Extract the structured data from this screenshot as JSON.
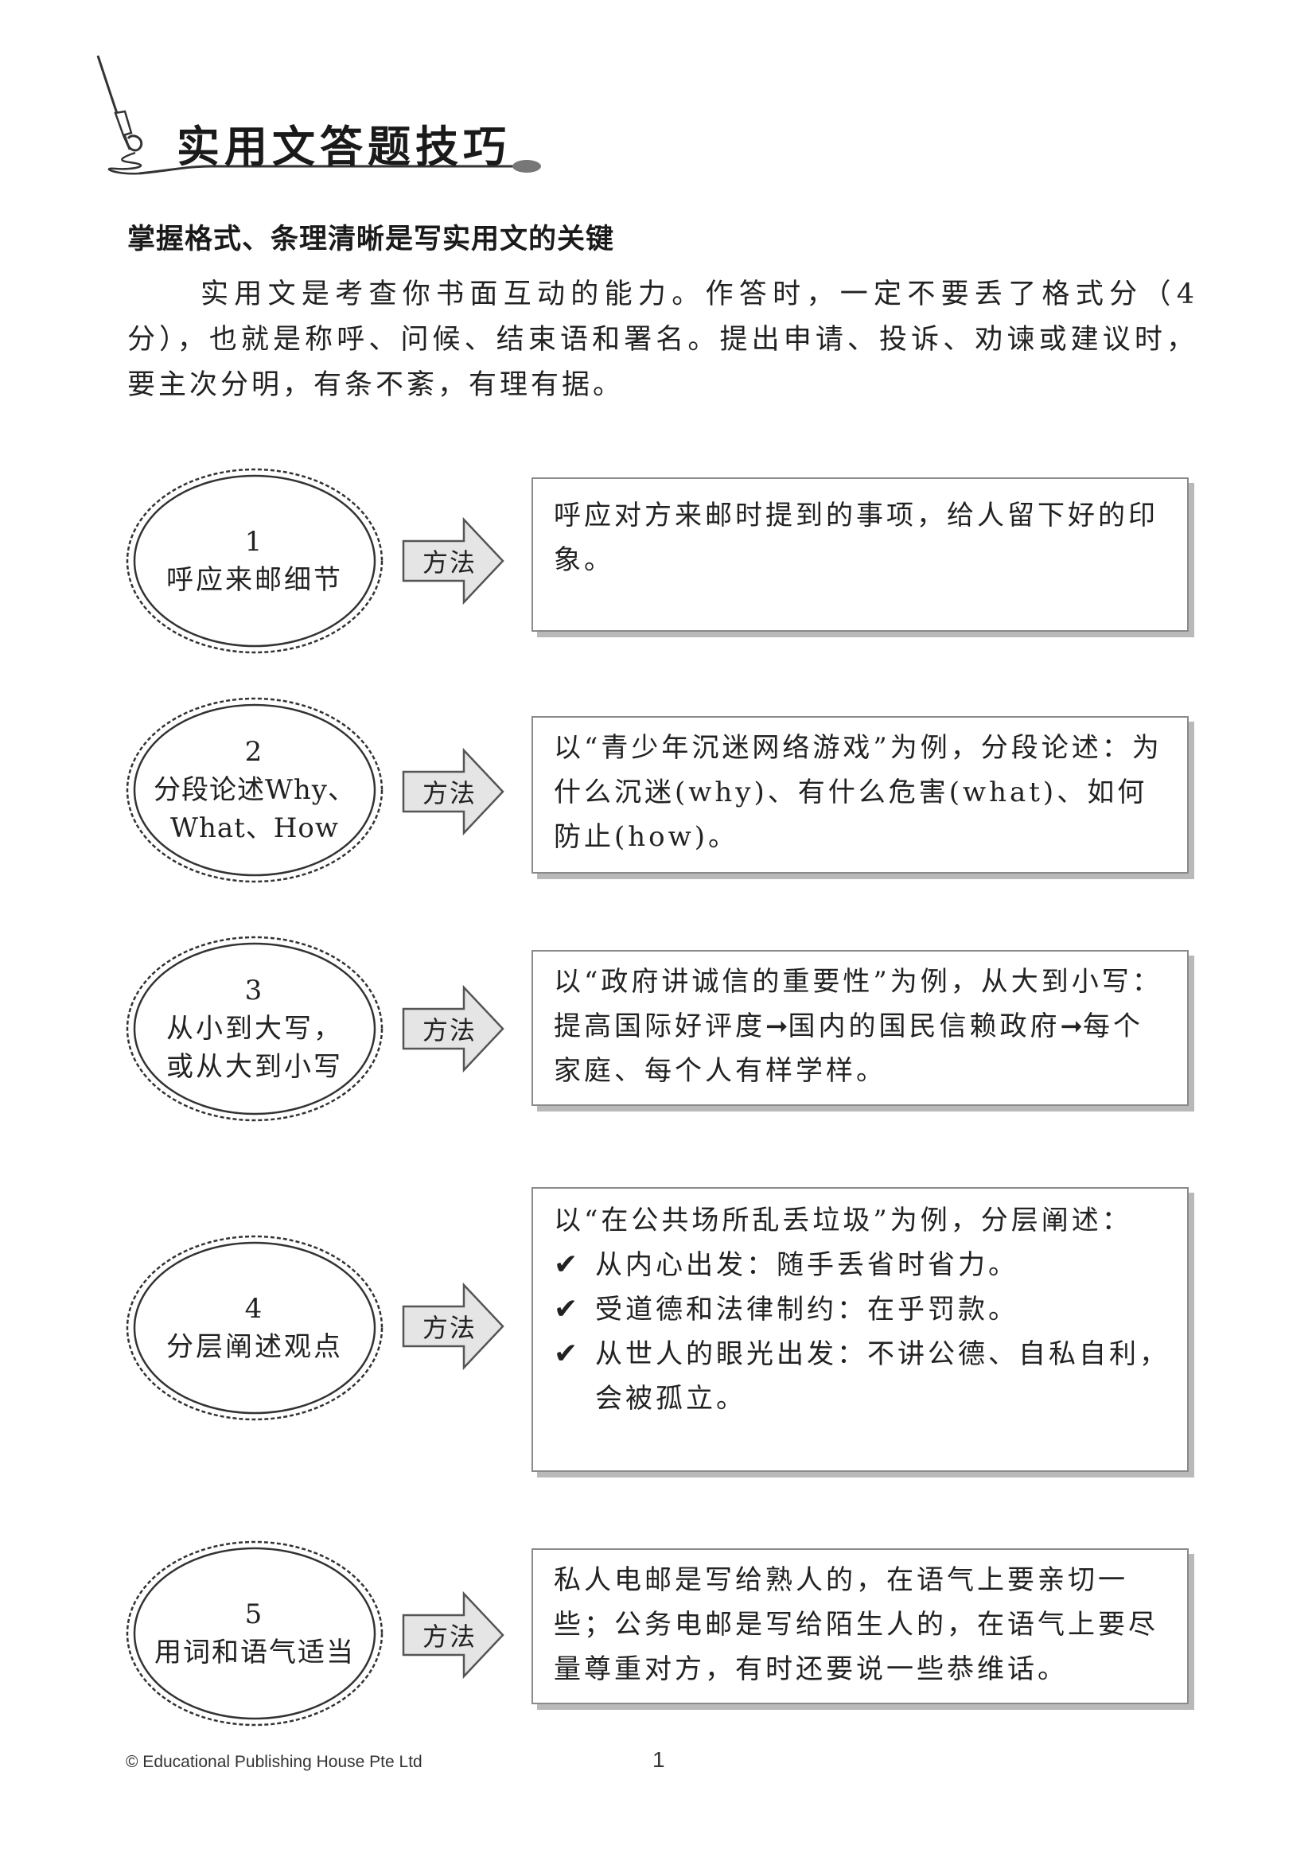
{
  "header": {
    "title": "实用文答题技巧",
    "subtitle": "掌握格式、条理清晰是写实用文的关键"
  },
  "intro": "实用文是考查你书面互动的能力。作答时，一定不要丢了格式分（4分），也就是称呼、问候、结束语和署名。提出申请、投诉、劝谏或建议时，要主次分明，有条不紊，有理有据。",
  "method_label": "方法",
  "tips": [
    {
      "number": "1",
      "title_lines": [
        "呼应来邮细节"
      ],
      "text": "呼应对方来邮时提到的事项，给人留下好的印象。"
    },
    {
      "number": "2",
      "title_lines": [
        "分段论述Why、",
        "What、How"
      ],
      "text": "以“青少年沉迷网络游戏”为例，分段论述：为什么沉迷(why)、有什么危害(what)、如何防止(how)。"
    },
    {
      "number": "3",
      "title_lines": [
        "从小到大写，",
        "或从大到小写"
      ],
      "text_parts": [
        "以“政府讲诚信的重要性”为例，从大到小写：提高国际好评度",
        "国内的国民信赖政府",
        "每个家庭、每个人有样学样。"
      ]
    },
    {
      "number": "4",
      "title_lines": [
        "分层阐述观点"
      ],
      "text": "以“在公共场所乱丢垃圾”为例，分层阐述：",
      "checklist": [
        "从内心出发：随手丢省时省力。",
        "受道德和法律制约：在乎罚款。",
        "从世人的眼光出发：不讲公德、自私自利，会被孤立。"
      ]
    },
    {
      "number": "5",
      "title_lines": [
        "用词和语气适当"
      ],
      "text": "私人电邮是写给熟人的，在语气上要亲切一些；公务电邮是写给陌生人的，在语气上要尽量尊重对方，有时还要说一些恭维话。"
    }
  ],
  "footer": {
    "copyright": "© Educational Publishing House Pte Ltd",
    "page_number": "1"
  }
}
